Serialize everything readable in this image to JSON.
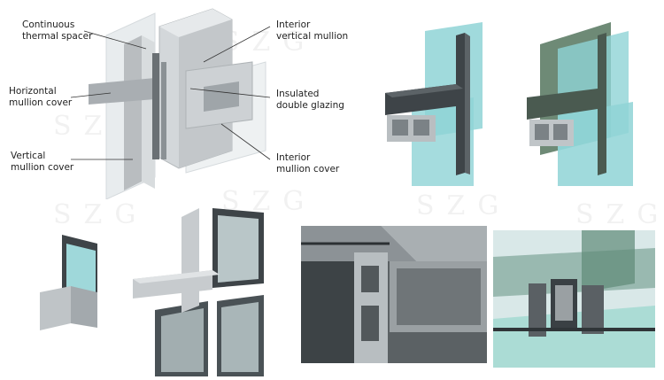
{
  "labels": {
    "continuous_thermal_spacer": [
      "Continuous",
      "thermal spacer"
    ],
    "horizontal_mullion_cover": [
      "Horizontal",
      "mullion cover"
    ],
    "vertical_mullion_cover": [
      "Vertical",
      "mullion cover"
    ],
    "interior_vertical_mullion": [
      "Interior",
      "vertical mullion"
    ],
    "insulated_double_glazing": [
      "Insulated",
      "double glazing"
    ],
    "interior_mullion_cover": [
      "Interior",
      "mullion cover"
    ]
  },
  "watermark": "SZG",
  "colors": {
    "glass": "#8fd3d6",
    "aluminum": "#c6cacd",
    "dark_frame": "#3e4448",
    "green_frame": "#6e8a76"
  }
}
